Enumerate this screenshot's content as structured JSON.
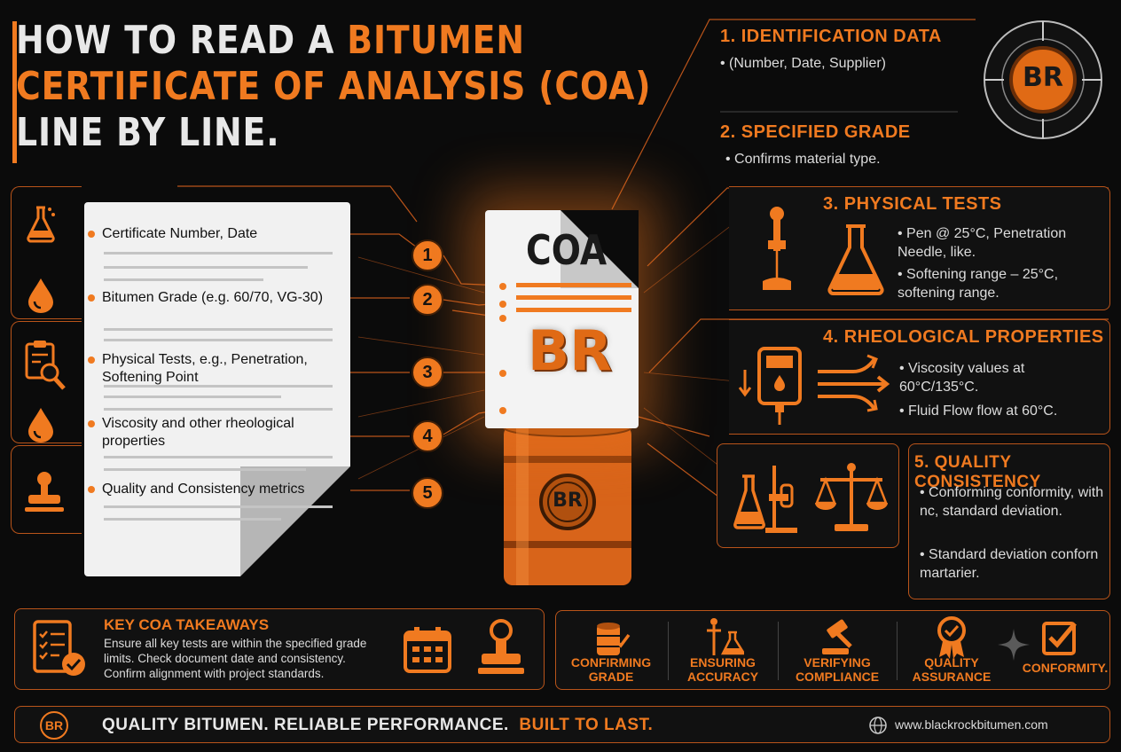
{
  "title": {
    "line1": "HOW TO READ A",
    "line1_accent": "BITUMEN",
    "line2": "CERTIFICATE OF ANALYSIS (COA)",
    "line3": "LINE BY LINE."
  },
  "logo": {
    "initials": "BR"
  },
  "certificate_items": [
    {
      "number": "1",
      "label": "Certificate Number, Date"
    },
    {
      "number": "2",
      "label": "Bitumen Grade (e.g. 60/70, VG-30)"
    },
    {
      "number": "3",
      "label": "Physical Tests, e.g., Penetration, Softening Point"
    },
    {
      "number": "4",
      "label": "Viscosity and other rheological properties"
    },
    {
      "number": "5",
      "label": "Quality and Consistency metrics"
    }
  ],
  "coa_doc": {
    "heading": "COA",
    "mark": "BR"
  },
  "barrel": {
    "mark": "BR"
  },
  "sections": [
    {
      "title": "1. IDENTIFICATION DATA",
      "bullets": [
        "(Number, Date, Supplier)"
      ]
    },
    {
      "title": "2. SPECIFIED GRADE",
      "bullets": [
        "Confirms material type."
      ]
    },
    {
      "title": "3. PHYSICAL TESTS",
      "bullets": [
        "Pen @ 25°C, Penetration Needle, like.",
        "Softening range – 25°C, softening range."
      ]
    },
    {
      "title": "4. RHEOLOGICAL PROPERTIES",
      "bullets": [
        "Viscosity values at 60°C/135°C.",
        "Fluid Flow flow at 60°C."
      ]
    },
    {
      "title": "5. QUALITY CONSISTENCY",
      "bullets": [
        "Conforming conformity, with nc, standard deviation.",
        "Standard deviation conforn martarier."
      ]
    }
  ],
  "takeaways": {
    "title": "KEY COA TAKEAWAYS",
    "text": "Ensure all key tests are within the specified grade limits. Check document date and consistency. Confirm alignment with project standards."
  },
  "benefits": [
    {
      "label": "CONFIRMING GRADE",
      "icon": "barrel-check-icon"
    },
    {
      "label": "ENSURING ACCURACY",
      "icon": "lab-tools-icon"
    },
    {
      "label": "VERIFYING COMPLIANCE",
      "icon": "gavel-icon"
    },
    {
      "label": "QUALITY ASSURANCE",
      "icon": "medal-icon"
    },
    {
      "label": "CONFORMITY.",
      "icon": "checkbox-icon"
    }
  ],
  "footer": {
    "tagline_white": "QUALITY BITUMEN. RELIABLE PERFORMANCE.",
    "tagline_orange": "BUILT TO LAST.",
    "website": "www.blackrockbitumen.com",
    "logo_initials": "BR"
  },
  "colors": {
    "accent": "#f07a20",
    "background": "#0b0b0b",
    "paper": "#f1f1f1"
  }
}
